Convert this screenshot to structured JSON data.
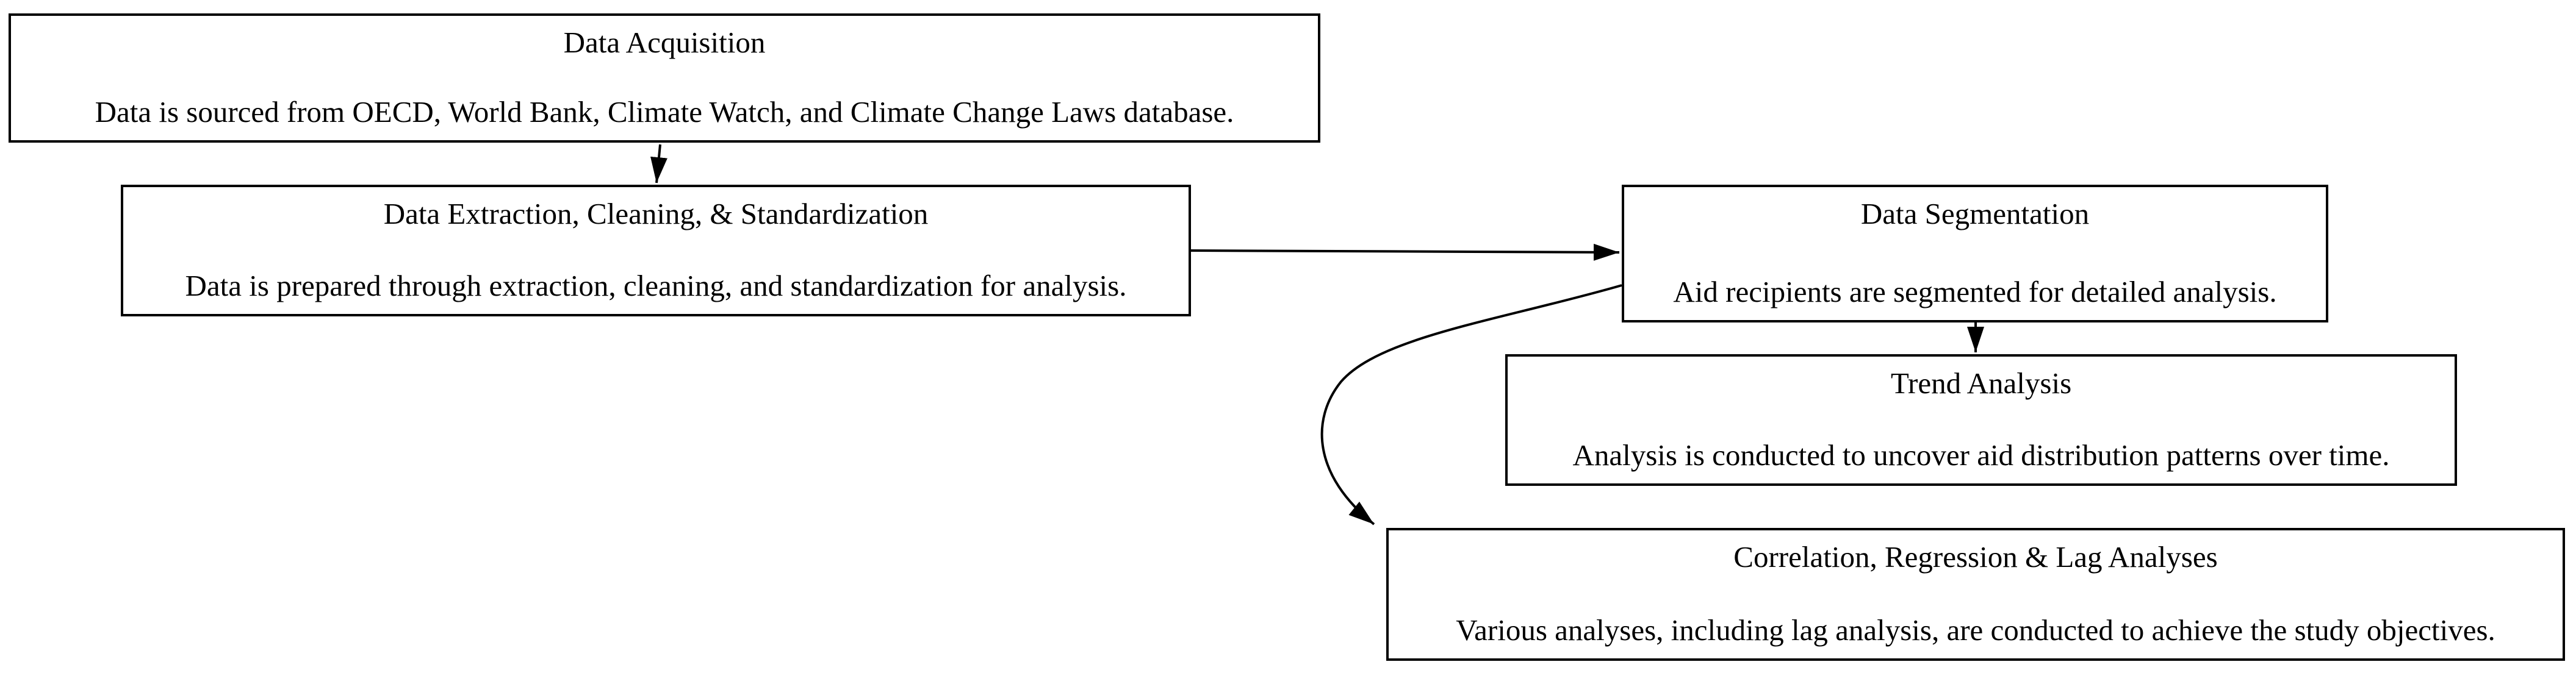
{
  "diagram": {
    "title": "Data analysis methodology flowchart",
    "background_color": "#ffffff",
    "node_fill_color": "#ffffff",
    "line_color": "#000000",
    "nodes": [
      {
        "id": "acquisition",
        "title": "Data Acquisition",
        "description": "Data is sourced from OECD, World Bank, Climate Watch, and Climate Change Laws database."
      },
      {
        "id": "extraction",
        "title": "Data Extraction, Cleaning, & Standardization",
        "description": "Data is prepared through extraction, cleaning, and standardization for analysis."
      },
      {
        "id": "segmentation",
        "title": "Data Segmentation",
        "description": "Aid recipients are segmented for detailed analysis."
      },
      {
        "id": "trend",
        "title": "Trend Analysis",
        "description": "Analysis is conducted to uncover aid distribution patterns over time."
      },
      {
        "id": "correlation",
        "title": "Correlation, Regression & Lag Analyses",
        "description": "Various analyses, including lag analysis, are conducted to achieve the study objectives."
      }
    ],
    "edges": [
      {
        "from": "acquisition",
        "to": "extraction"
      },
      {
        "from": "extraction",
        "to": "segmentation"
      },
      {
        "from": "segmentation",
        "to": "trend"
      },
      {
        "from": "segmentation",
        "to": "correlation"
      }
    ]
  }
}
